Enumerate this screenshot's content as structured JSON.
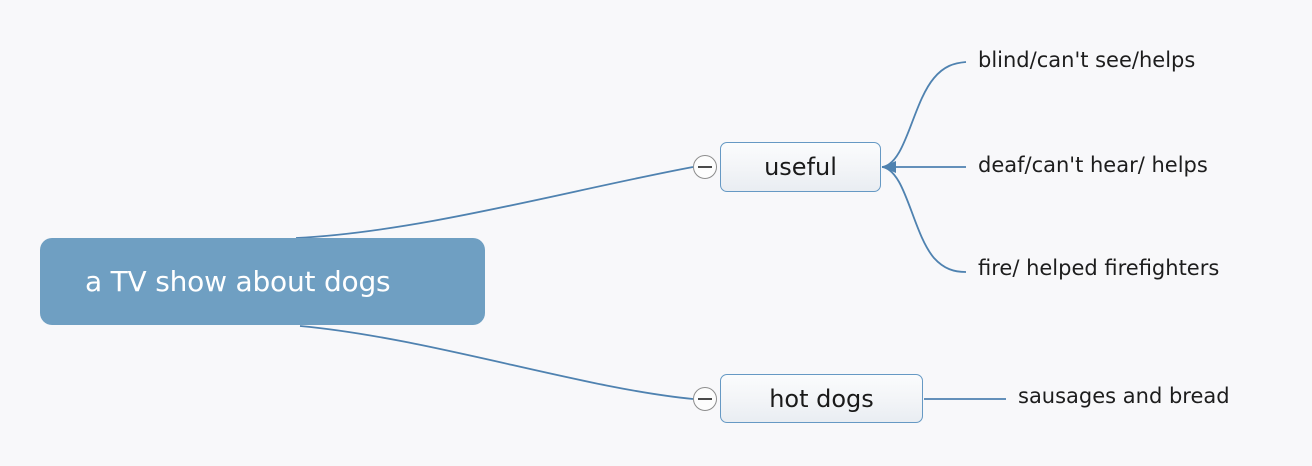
{
  "diagram": {
    "type": "mind-map",
    "background_color": "#f8f8fa",
    "root": {
      "label": "a TV show about dogs",
      "fill_color": "#6f9fc2",
      "text_color": "#ffffff"
    },
    "branches": [
      {
        "id": "useful",
        "label": "useful",
        "collapse_state": "expanded",
        "toggle_icon": "minus-circle-icon",
        "border_color": "#6699c4",
        "children": [
          {
            "id": "blind",
            "label": "blind/can't see/helps"
          },
          {
            "id": "deaf",
            "label": "deaf/can't hear/ helps"
          },
          {
            "id": "fire",
            "label": "fire/ helped firefighters"
          }
        ]
      },
      {
        "id": "hotdogs",
        "label": "hot dogs",
        "collapse_state": "expanded",
        "toggle_icon": "minus-circle-icon",
        "border_color": "#6699c4",
        "children": [
          {
            "id": "sausages",
            "label": "sausages and bread"
          }
        ]
      }
    ],
    "connector_color": "#4f82b0"
  }
}
